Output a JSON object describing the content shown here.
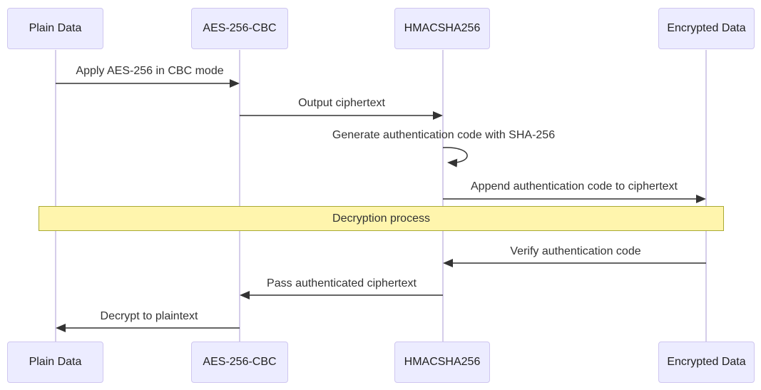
{
  "diagram": {
    "kind": "sequence-diagram",
    "actors": [
      {
        "id": "plain-data",
        "label": "Plain Data"
      },
      {
        "id": "aes-256-cbc",
        "label": "AES-256-CBC"
      },
      {
        "id": "hmacsha256",
        "label": "HMACSHA256"
      },
      {
        "id": "encrypted-data",
        "label": "Encrypted Data"
      }
    ],
    "messages": [
      {
        "from": "Plain Data",
        "to": "AES-256-CBC",
        "text": "Apply AES-256 in CBC mode"
      },
      {
        "from": "AES-256-CBC",
        "to": "HMACSHA256",
        "text": "Output ciphertext"
      },
      {
        "from": "HMACSHA256",
        "to": "HMACSHA256",
        "text": "Generate authentication code with SHA-256"
      },
      {
        "from": "HMACSHA256",
        "to": "Encrypted Data",
        "text": "Append authentication code to ciphertext"
      },
      {
        "from": "Encrypted Data",
        "to": "HMACSHA256",
        "text": "Verify authentication code"
      },
      {
        "from": "HMACSHA256",
        "to": "AES-256-CBC",
        "text": "Pass authenticated ciphertext"
      },
      {
        "from": "AES-256-CBC",
        "to": "Plain Data",
        "text": "Decrypt to plaintext"
      }
    ],
    "banner": {
      "text": "Decryption process"
    },
    "colors": {
      "actor_fill": "#ECECFF",
      "actor_border": "#CFC6F0",
      "lifeline": "#D5CDEA",
      "arrow": "#333333",
      "text": "#333333",
      "banner_fill": "#FFF5AD",
      "banner_border": "#AAAA33"
    }
  }
}
